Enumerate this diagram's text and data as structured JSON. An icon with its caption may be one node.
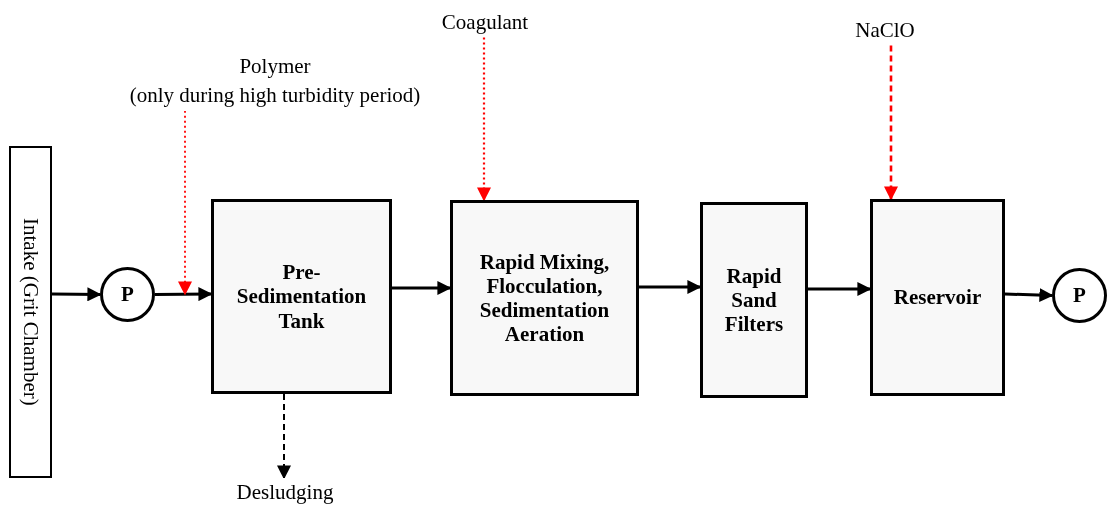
{
  "diagram": {
    "nodes": [
      {
        "text": [
          "Intake (Grit Chamber)"
        ]
      },
      {
        "text": [
          "P"
        ]
      },
      {
        "text": [
          "Pre-Sedimentation Tank"
        ]
      },
      {
        "text": [
          "Rapid Mixing, Flocculation, Sedimentation Aeration"
        ]
      },
      {
        "text": [
          "Rapid Sand Filters"
        ]
      },
      {
        "text": [
          "Reservoir"
        ]
      },
      {
        "text": [
          "P"
        ]
      },
      {
        "text": [
          "Polymer",
          "(only during high turbidity period)"
        ]
      },
      {
        "text": [
          "Coagulant"
        ]
      },
      {
        "text": [
          "NaClO"
        ]
      },
      {
        "text": [
          "Desludging"
        ]
      }
    ],
    "edges": [
      {
        "from": 0,
        "to": 1,
        "arrow": "to"
      },
      {
        "from": 1,
        "to": 2,
        "arrow": "to"
      },
      {
        "from": 2,
        "to": 3,
        "arrow": "to"
      },
      {
        "from": 3,
        "to": 4,
        "arrow": "to"
      },
      {
        "from": 4,
        "to": 5,
        "arrow": "to"
      },
      {
        "from": 5,
        "to": 6,
        "arrow": "to"
      },
      {
        "from": 7,
        "to": 2,
        "arrow": "to",
        "style": "dashed",
        "color": "#ff0000"
      },
      {
        "from": 8,
        "to": 3,
        "arrow": "to",
        "style": "dashed",
        "color": "#ff0000"
      },
      {
        "from": 9,
        "to": 5,
        "arrow": "to",
        "style": "dashed",
        "color": "#ff0000"
      },
      {
        "from": 2,
        "to": 10,
        "arrow": "to",
        "style": "dashed"
      }
    ]
  }
}
